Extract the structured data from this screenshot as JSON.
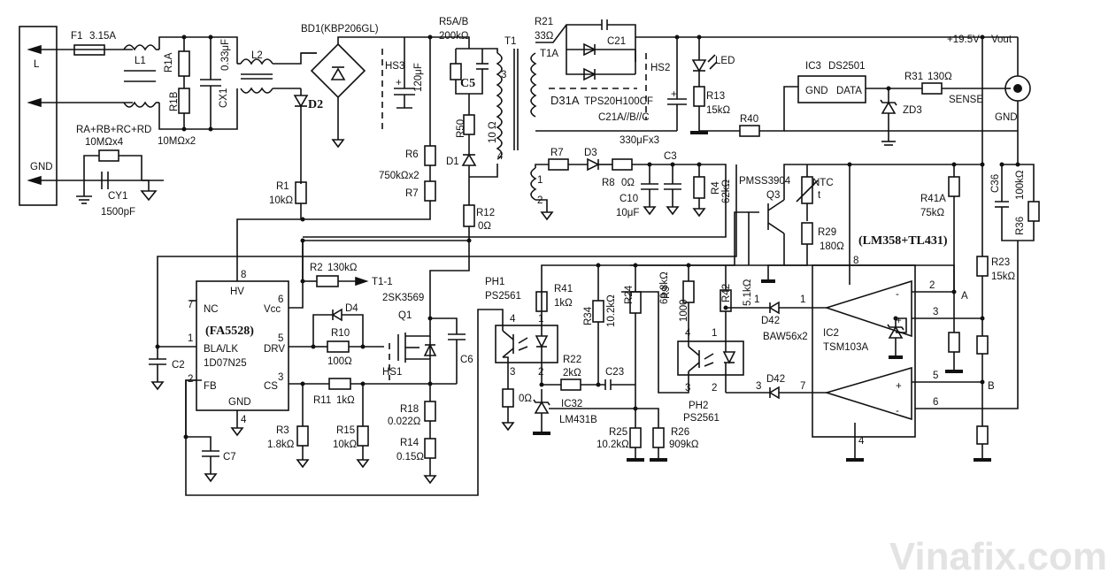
{
  "labels": {
    "f1": "F1",
    "f1_val": "3.15A",
    "L": "L",
    "gnd_in": "GND",
    "l1": "L1",
    "r1a": "R1A",
    "r1b": "R1B",
    "r1ab_val": "10MΩx2",
    "cx1": "CX1",
    "cx1_val": "0.33μF",
    "l2": "L2",
    "ra_note": "RA+RB+RC+RD",
    "ra_val": "10MΩx4",
    "cy1": "CY1",
    "cy1_val": "1500pF",
    "bd1": "BD1(KBP206GL)",
    "d2": "D2",
    "hs3": "HS3",
    "c_bulk_val": "120μF",
    "r6": "R6",
    "r6_val": "750kΩx2",
    "r7": "R7",
    "r1": "R1",
    "r1_val": "10kΩ",
    "r5ab": "R5A/B",
    "r5ab_val": "200kΩ",
    "c5": "C5",
    "r50": "R50",
    "r50_val": "10 Ω",
    "d1": "D1",
    "r12": "R12",
    "r12_val": "0Ω",
    "t1": "T1",
    "r21": "R21",
    "r21_val": "33Ω",
    "c21": "C21",
    "t1a": "T1A",
    "hs2": "HS2",
    "d31a": "D31A",
    "tps": "TPS20H100CF",
    "c21abc": "C21A//B//C",
    "c_out_val": "330μFx3",
    "led": "LED",
    "r13": "R13",
    "r13_val": "15kΩ",
    "r40": "R40",
    "ic3": "IC3",
    "ds2501": "DS2501",
    "ic3_gnd": "GND",
    "ic3_data": "DATA",
    "r31": "R31",
    "r31_val": "130Ω",
    "zd3": "ZD3",
    "sense": "SENSE",
    "v195": "+19.5V",
    "vout": "Vout",
    "gnd_out": "GND",
    "r7b": "R7",
    "d3": "D3",
    "c3": "C3",
    "r8": "R8",
    "r8_val": "0Ω",
    "c10": "C10",
    "c10_val": "10μF",
    "r4": "R4",
    "r4_val": "62kΩ",
    "w1": "1",
    "w2": "2",
    "w3": "3",
    "w4": "4",
    "q3_type": "PMSS3904",
    "q3": "Q3",
    "ntc": "NTC",
    "ntc_t": "t",
    "r29": "R29",
    "r29_val": "180Ω",
    "r41a": "R41A",
    "r41a_val": "75kΩ",
    "c36": "C36",
    "r36": "R36",
    "r36_val": "100kΩ",
    "r23": "R23",
    "r23_val": "15kΩ",
    "ic2_note": "(LM358+TL431)",
    "ic1": "(FA5528)",
    "ic1_part": "1D07N25",
    "pin_hv": "HV",
    "pin_nc": "NC",
    "pin_vcc": "Vcc",
    "pin_bla": "BLA/LK",
    "pin_drv": "DRV",
    "pin_fb": "FB",
    "pin_cs": "CS",
    "pin_gnd": "GND",
    "p8": "8",
    "p7": "7",
    "p6": "6",
    "p1": "1",
    "p5": "5",
    "p2": "2",
    "p3": "3",
    "p4": "4",
    "c2": "C2",
    "c7": "C7",
    "r2": "R2",
    "r2_val": "130kΩ",
    "t11": "T1-1",
    "d4": "D4",
    "r10": "R10",
    "r10_val": "100Ω",
    "q1": "Q1",
    "q1_type": "2SK3569",
    "hs1": "HS1",
    "c6": "C6",
    "r11": "R11",
    "r11_val": "1kΩ",
    "r3": "R3",
    "r3_val": "1.8kΩ",
    "r15": "R15",
    "r15_val": "10kΩ",
    "r18": "R18",
    "r18_val": "0.022Ω",
    "r14": "R14",
    "r14_val": "0.15Ω",
    "ph1": "PH1",
    "ph1_type": "PS2561",
    "r41": "R41",
    "r41_val": "1kΩ",
    "r34": "R34",
    "r34_val": "10.2kΩ",
    "r24": "R24",
    "r24_val": "69.8kΩ",
    "r22": "R22",
    "r22_val": "2kΩ",
    "c23": "C23",
    "ic32": "IC32",
    "lm431": "LM431B",
    "r0": "0Ω",
    "r25": "R25",
    "r25_val": "10.2kΩ",
    "r26": "R26",
    "r26_val": "909kΩ",
    "r9": "R9",
    "r9_val": "1000",
    "r42": "R42",
    "r42_val": "5.1kΩ",
    "ph2": "PH2",
    "ph2_type": "PS2561",
    "d42a": "D42",
    "d42b": "D42",
    "baw": "BAW56x2",
    "ic2": "IC2",
    "tsm": "TSM103A",
    "node_a": "A",
    "node_b": "B"
  },
  "watermark": "Vinafix.com"
}
